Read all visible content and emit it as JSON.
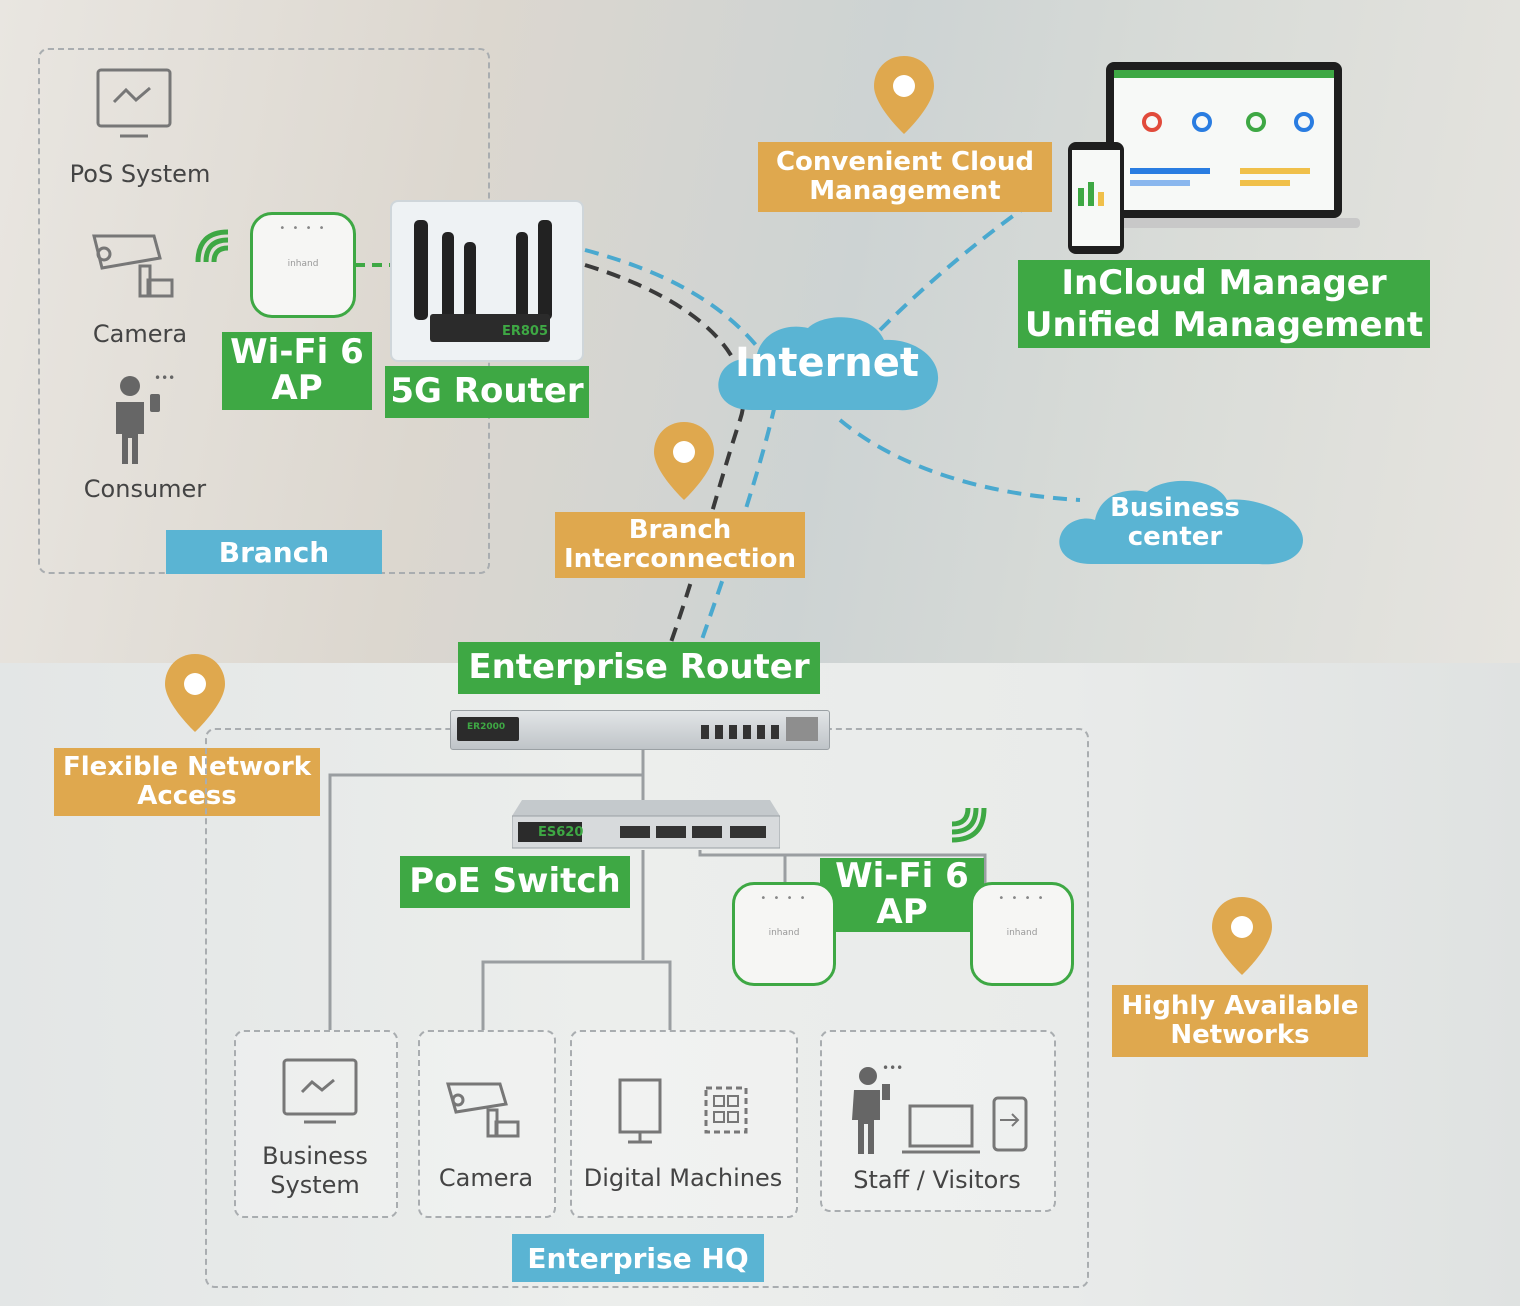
{
  "branch": {
    "title": "Branch",
    "devices": {
      "pos": "PoS System",
      "camera": "Camera",
      "consumer": "Consumer"
    },
    "wifi_ap": "Wi-Fi 6\nAP",
    "router": "5G Router",
    "router_model": "ER805"
  },
  "cloud": {
    "internet": "Internet",
    "business_center": "Business\ncenter",
    "incloud": "InCloud Manager\nUnified Management"
  },
  "features": {
    "cloud_management": "Convenient Cloud\nManagement",
    "branch_interconnection": "Branch\nInterconnection",
    "flexible_access": "Flexible Network\nAccess",
    "highly_available": "Highly Available\nNetworks"
  },
  "hq": {
    "title": "Enterprise HQ",
    "enterprise_router": "Enterprise Router",
    "router_model": "ER2000",
    "poe_switch": "PoE Switch",
    "switch_model": "ES620",
    "wifi_ap": "Wi-Fi 6\nAP",
    "endpoints": {
      "business_system": "Business\nSystem",
      "camera": "Camera",
      "digital_machines": "Digital Machines",
      "staff_visitors": "Staff / Visitors"
    }
  },
  "colors": {
    "green": "#3ea844",
    "orange": "#dfa84e",
    "blue": "#5ab4d3"
  }
}
